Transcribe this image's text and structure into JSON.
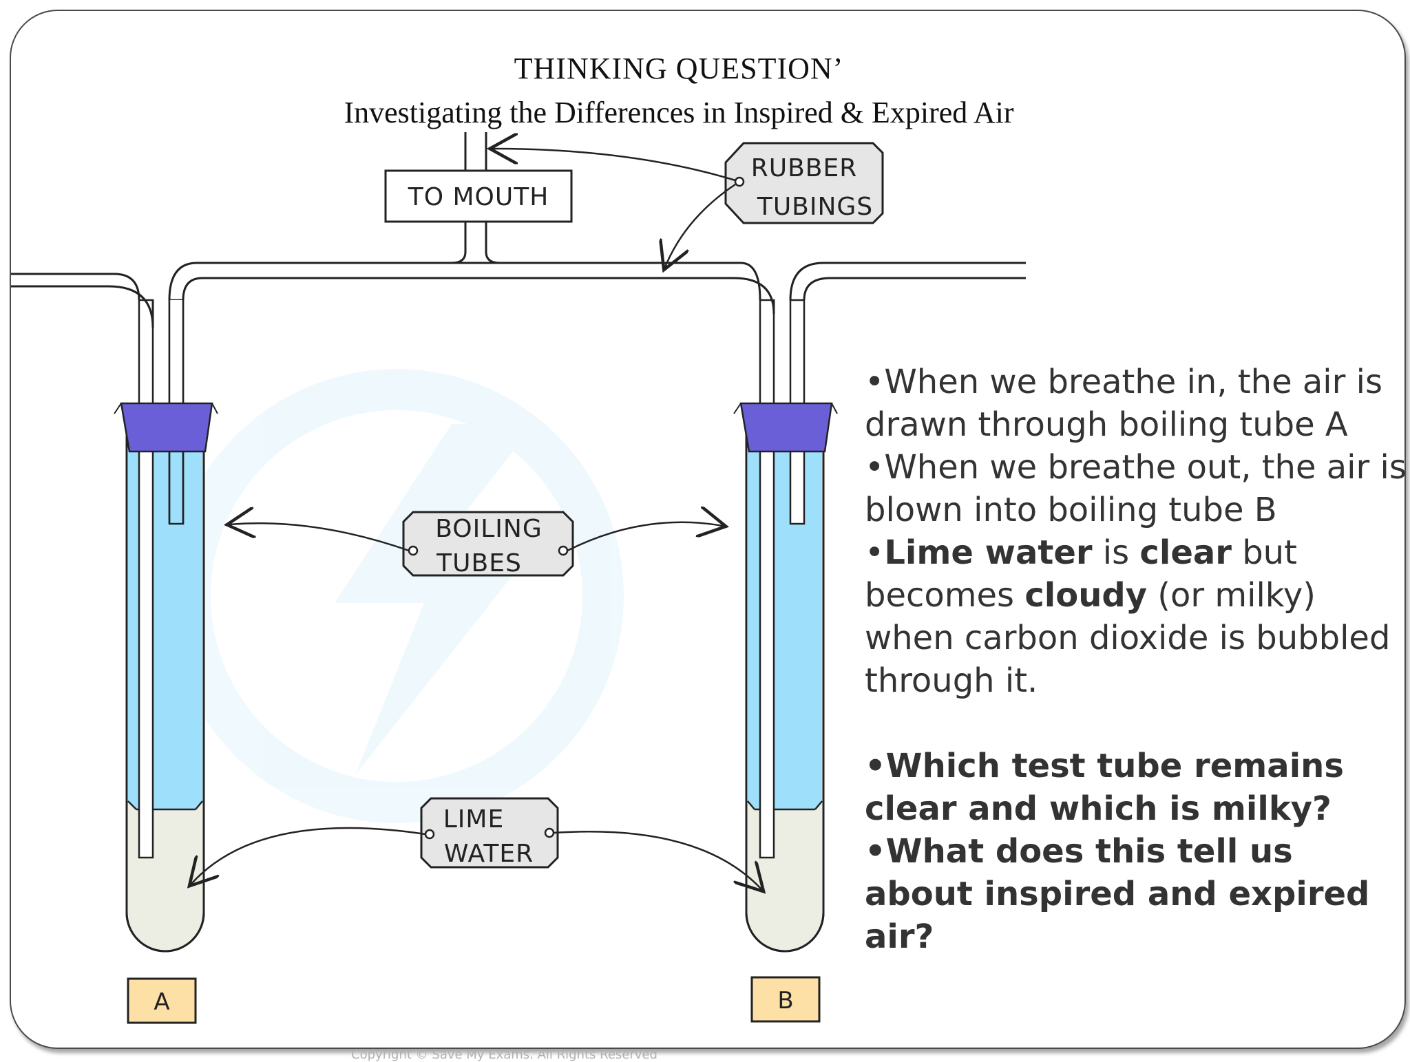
{
  "title": {
    "line1": "THINKING QUESTION’",
    "line2": "Investigating the Differences in Inspired & Expired Air"
  },
  "labels": {
    "to_mouth": "TO MOUTH",
    "rubber_tubings_1": "RUBBER",
    "rubber_tubings_2": "TUBINGS",
    "boiling_tubes_1": "BOILING",
    "boiling_tubes_2": "TUBES",
    "lime_water_1": "LIME",
    "lime_water_2": "WATER",
    "tube_a": "A",
    "tube_b": "B"
  },
  "bullets": [
    {
      "parts": [
        {
          "t": "•When we breathe in, the air is drawn through boiling tube A",
          "b": false
        }
      ]
    },
    {
      "parts": [
        {
          "t": "•When we breathe out, the air is blown into boiling tube B",
          "b": false
        }
      ]
    },
    {
      "parts": [
        {
          "t": "•",
          "b": false
        },
        {
          "t": "Lime water",
          "b": true
        },
        {
          "t": " is ",
          "b": false
        },
        {
          "t": "clear",
          "b": true
        },
        {
          "t": " but becomes ",
          "b": false
        },
        {
          "t": "cloudy",
          "b": true
        },
        {
          "t": " (or milky) when carbon dioxide is bubbled through it.",
          "b": false
        }
      ]
    }
  ],
  "questions": [
    "•Which test tube remains clear and which is milky?",
    "•What does this tell us about inspired and expired air?"
  ],
  "copyright": "Copyright © Save My Exams. All Rights Reserved",
  "colors": {
    "water": "#9ee0fb",
    "lime_water": "#ecede3",
    "stopper": "#6a5fd6",
    "label_box": "#e6e6e6",
    "tube_label": "#fde0a6"
  }
}
